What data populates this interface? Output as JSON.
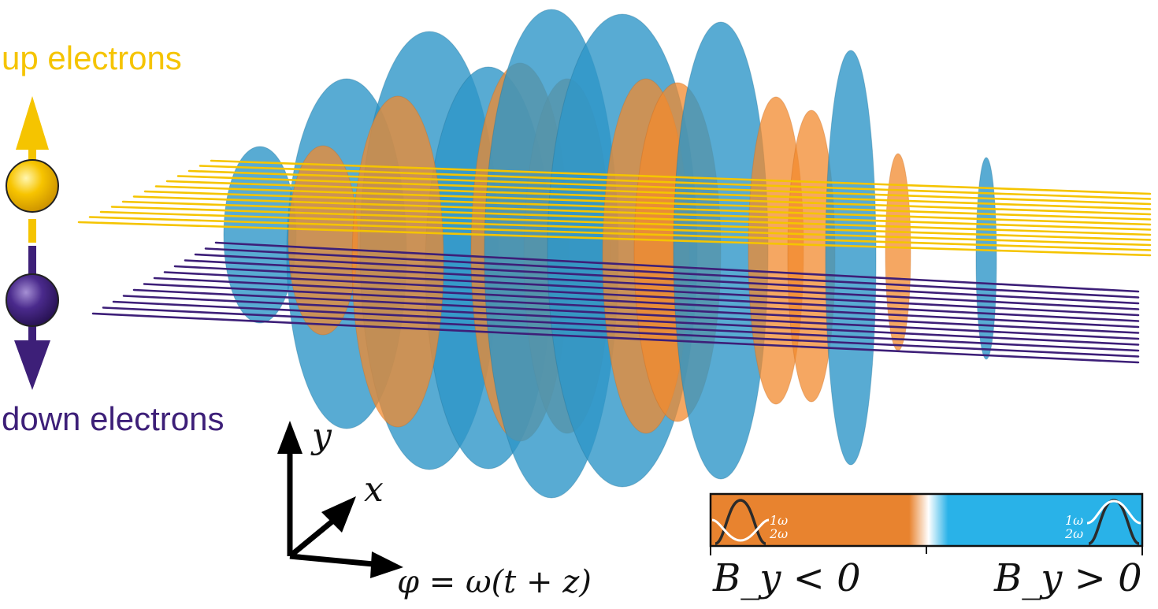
{
  "legend": {
    "up_label": "up electrons",
    "down_label": "down electrons",
    "up_color": "#f5c400",
    "down_color": "#3d1f78"
  },
  "axes": {
    "y_label": "y",
    "x_label": "x",
    "phase_equation": "φ = ω(t + z)"
  },
  "colorbar": {
    "left_label": "B_y < 0",
    "right_label": "B_y > 0",
    "left_color": "#e8832f",
    "right_color": "#29b2e8",
    "inset_1w": "1ω",
    "inset_2w": "2ω"
  },
  "colors": {
    "field_blue": "#2e96c8",
    "field_orange": "#f28a2e"
  }
}
